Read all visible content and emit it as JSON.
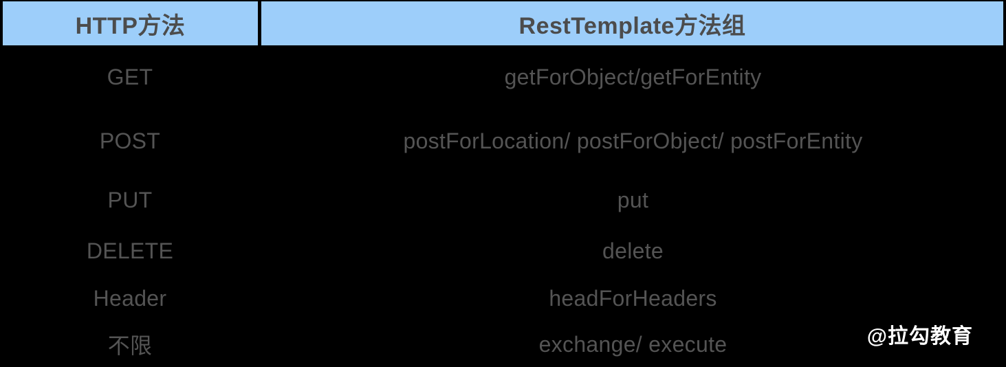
{
  "table": {
    "columns": [
      {
        "label": "HTTP方法"
      },
      {
        "label": "RestTemplate方法组"
      }
    ],
    "rows": [
      {
        "method": "GET",
        "template_methods": "getForObject/getForEntity"
      },
      {
        "method": "POST",
        "template_methods": "postForLocation/ postForObject/ postForEntity"
      },
      {
        "method": "PUT",
        "template_methods": "put"
      },
      {
        "method": "DELETE",
        "template_methods": "delete"
      },
      {
        "method": "Header",
        "template_methods": "headForHeaders"
      },
      {
        "method": "不限",
        "template_methods": "exchange/ execute"
      }
    ]
  },
  "watermark": {
    "label": "@拉勾教育"
  },
  "colors": {
    "header_bg": "#9DCEFA",
    "header_text": "#4C4C4C",
    "body_bg": "#000000",
    "body_text": "#545454",
    "divider": "#000000",
    "watermark_text": "#FFFFFF"
  }
}
